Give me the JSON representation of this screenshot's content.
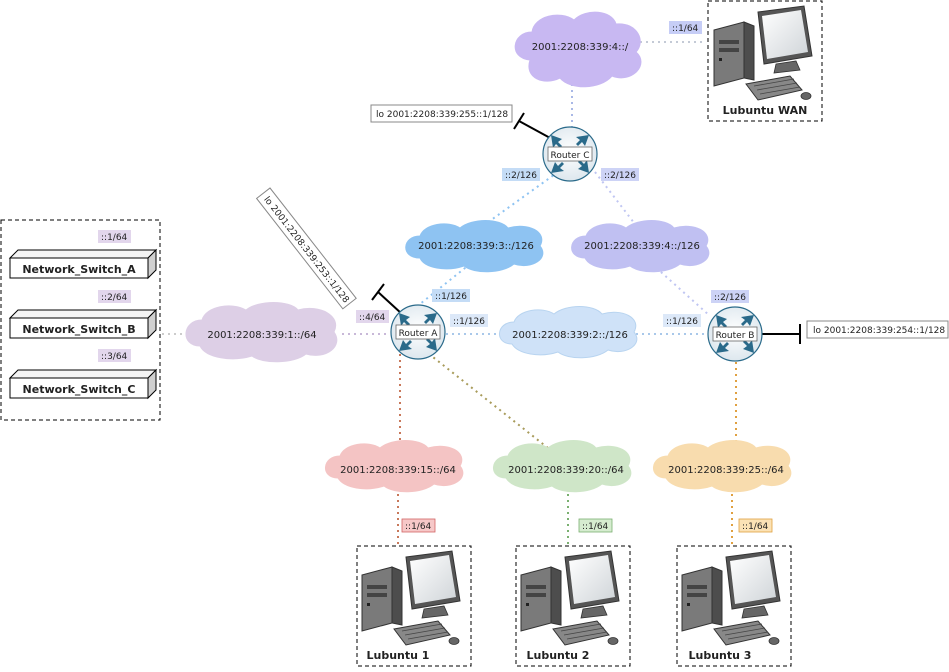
{
  "routers": {
    "a": {
      "label": "Router A"
    },
    "b": {
      "label": "Router B"
    },
    "c": {
      "label": "Router C"
    }
  },
  "clouds": {
    "wan": {
      "label": "2001:2208:339:4::/",
      "color": "#c8b8f2"
    },
    "c_a": {
      "label": "2001:2208:339:3::/126",
      "color": "#8ec3f2"
    },
    "c_b": {
      "label": "2001:2208:339:4::/126",
      "color": "#c0c0f2"
    },
    "a_b": {
      "label": "2001:2208:339:2::/126",
      "color": "#cfe2f8"
    },
    "lan": {
      "label": "2001:2208:339:1::/64",
      "color": "#ddcfe6"
    },
    "l1": {
      "label": "2001:2208:339:15::/64",
      "color": "#f4c4c4"
    },
    "l2": {
      "label": "2001:2208:339:20::/64",
      "color": "#cfe6c8"
    },
    "l3": {
      "label": "2001:2208:339:25::/64",
      "color": "#f8dcae"
    }
  },
  "iface": {
    "wan": "::1/64",
    "c_left": "::2/126",
    "c_right": "::2/126",
    "a_up": "::1/126",
    "a_right": "::1/126",
    "a_left": "::4/64",
    "b_left": "::1/126",
    "b_up": "::2/126",
    "sw_a": "::1/64",
    "sw_b": "::2/64",
    "sw_c": "::3/64",
    "pc1": "::1/64",
    "pc2": "::1/64",
    "pc3": "::1/64"
  },
  "loopbacks": {
    "c": "lo 2001:2208:339:255::1/128",
    "b": "lo 2001:2208:339:254::1/128",
    "a": "lo 2001:2208:339:253::1/128"
  },
  "switches": [
    "Network_Switch_A",
    "Network_Switch_B",
    "Network_Switch_C"
  ],
  "hosts": {
    "wan": "Lubuntu WAN",
    "pc1": "Lubuntu 1",
    "pc2": "Lubuntu 2",
    "pc3": "Lubuntu 3"
  }
}
